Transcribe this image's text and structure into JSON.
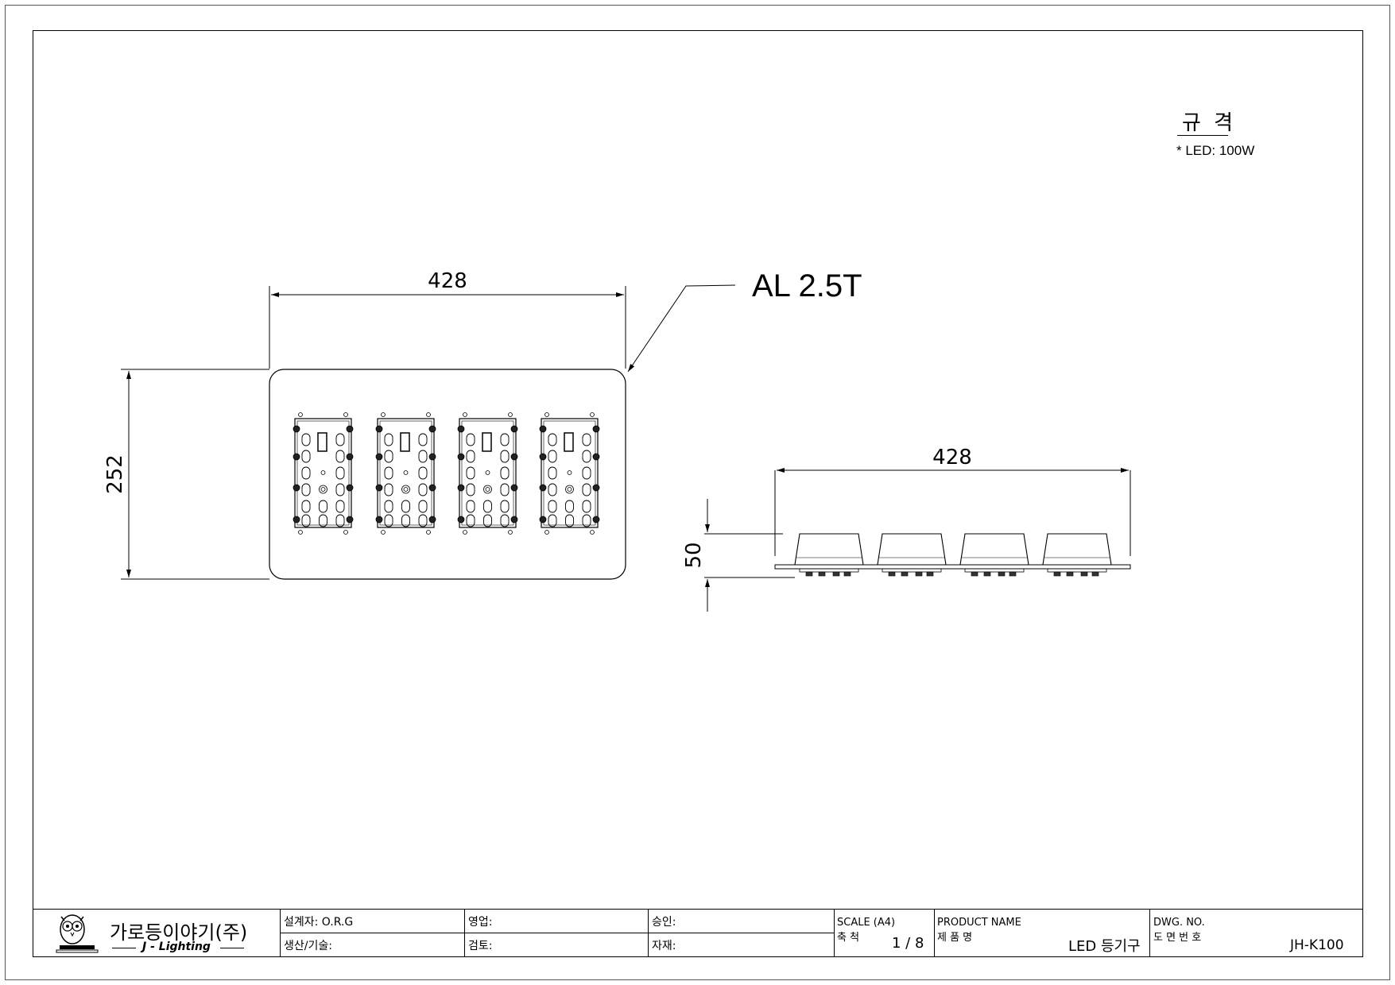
{
  "spec": {
    "title": "규 격",
    "item": "* LED: 100W"
  },
  "front_view": {
    "width_dim": "428",
    "height_dim": "252",
    "material_label": "AL 2.5T",
    "module_count": 4
  },
  "side_view": {
    "width_dim": "428",
    "height_dim": "50"
  },
  "title_block": {
    "company": "가로등이야기(주)",
    "brand": "J - Lighting",
    "designer": "설계자: O.R.G",
    "production": "생산/기술:",
    "sales": "영업:",
    "review": "검토:",
    "approval": "승인:",
    "material": "자재:",
    "scale_label": "SCALE (A4)",
    "scale_kr": "축 척",
    "scale_value": "1 / 8",
    "product_label": "PRODUCT NAME",
    "product_kr": "제 품 명",
    "product_value": "LED 등기구",
    "dwg_label": "DWG. NO.",
    "dwg_kr": "도 면 번 호",
    "dwg_value": "JH-K100"
  }
}
